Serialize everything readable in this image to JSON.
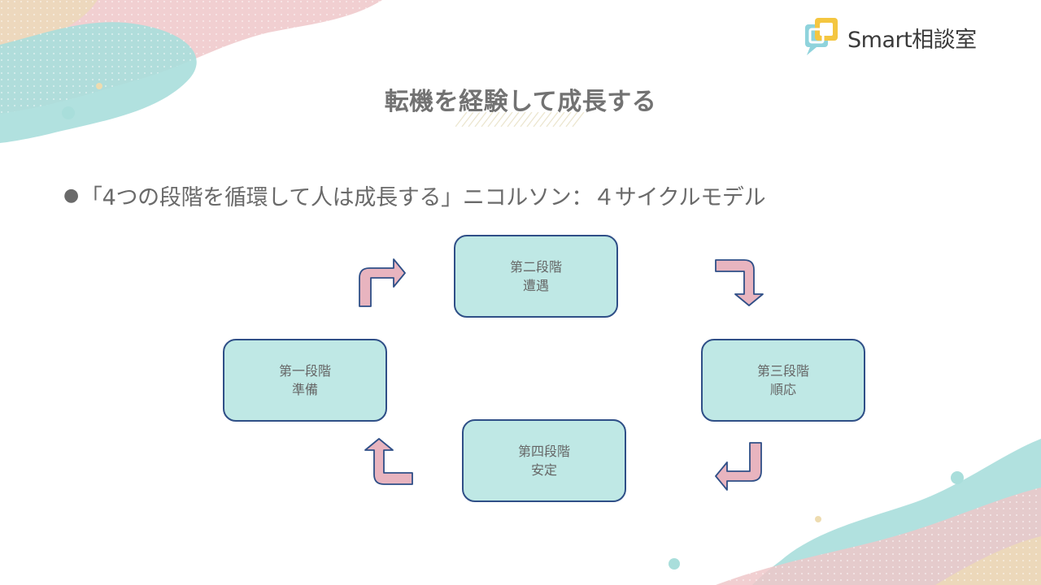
{
  "brand": {
    "name": "Smart相談室"
  },
  "slide": {
    "title": "転機を経験して成長する",
    "bullet_marker": "●",
    "bullet_text": "「4つの段階を循環して人は成長する」ニコルソン：４サイクルモデル"
  },
  "cycle": {
    "stages": [
      {
        "label": "第一段階",
        "name": "準備"
      },
      {
        "label": "第二段階",
        "name": "遭遇"
      },
      {
        "label": "第三段階",
        "name": "順応"
      },
      {
        "label": "第四段階",
        "name": "安定"
      }
    ]
  },
  "colors": {
    "box_fill": "#bfe8e5",
    "box_border": "#2f4f87",
    "arrow_fill": "#e8b4bf",
    "arrow_stroke": "#2f4f87",
    "text": "#666666"
  }
}
